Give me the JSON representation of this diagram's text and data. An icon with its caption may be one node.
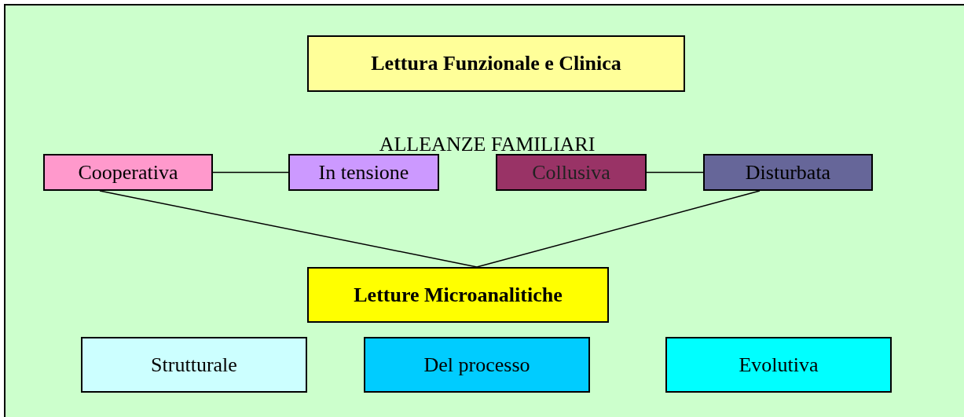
{
  "diagram": {
    "nodes": [
      {
        "text": [
          "Lettura Funzionale e Clinica"
        ]
      },
      {
        "text": [
          "Cooperativa"
        ]
      },
      {
        "text": [
          "In tensione"
        ]
      },
      {
        "text": [
          "Collusiva"
        ]
      },
      {
        "text": [
          "Disturbata"
        ]
      },
      {
        "text": [
          "Letture Microanalitiche"
        ]
      },
      {
        "text": [
          "Strutturale"
        ]
      },
      {
        "text": [
          "Del processo"
        ]
      },
      {
        "text": [
          "Evolutiva"
        ]
      }
    ],
    "edges": [
      {
        "from": 1,
        "to": 2,
        "arrow": "none"
      },
      {
        "from": 3,
        "to": 4,
        "arrow": "none"
      },
      {
        "from": 1,
        "to": 5,
        "arrow": "none"
      },
      {
        "from": 4,
        "to": 5,
        "arrow": "none"
      }
    ],
    "labels": [
      "ALLEANZE FAMILIARI"
    ]
  }
}
